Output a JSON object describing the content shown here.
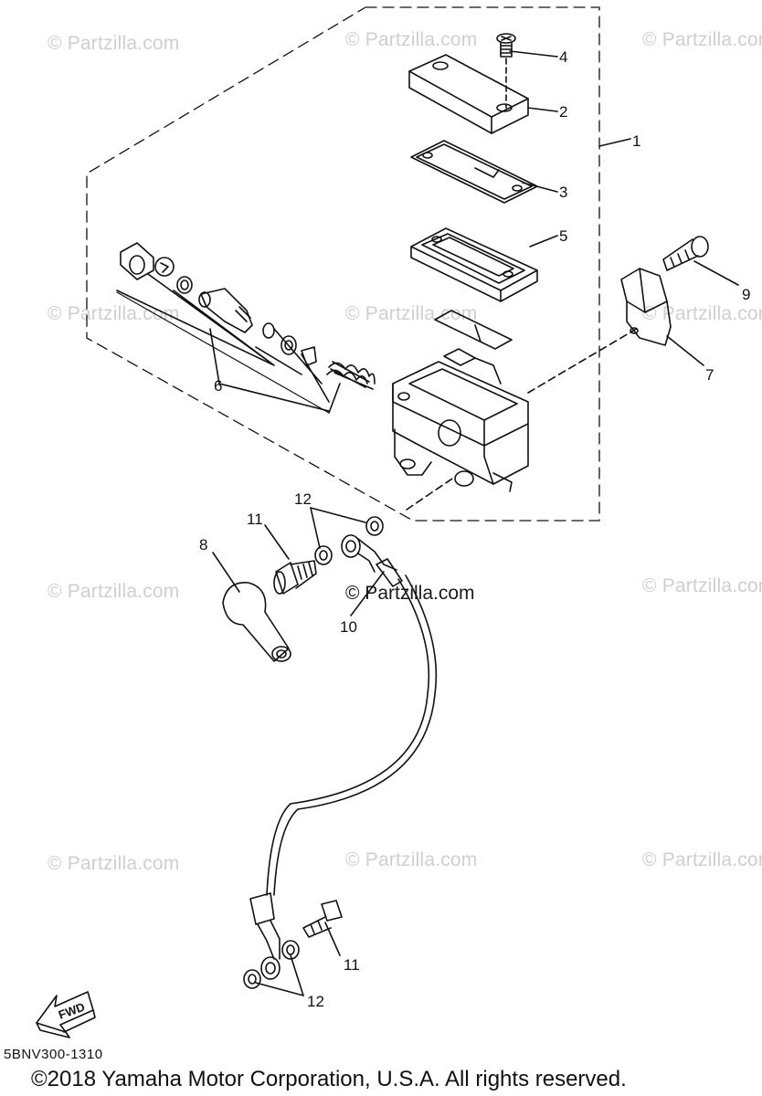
{
  "watermarks": [
    "© Partzilla.com",
    "© Partzilla.com",
    "© Partzilla.com",
    "© Partzilla.com",
    "© Partzilla.com",
    "© Partzilla.com",
    "© Partzilla.com",
    "© Partzilla.com",
    "© Partzilla.com",
    "© Partzilla.com",
    "© Partzilla.com"
  ],
  "watermark_center": "© Partzilla.com",
  "callouts": [
    "1",
    "2",
    "3",
    "4",
    "5",
    "6",
    "7",
    "8",
    "9",
    "10",
    "11",
    "11",
    "12",
    "12"
  ],
  "fwd_label": "FWD",
  "diagram_code": "5BNV300-1310",
  "copyright": "©2018 Yamaha Motor Corporation, U.S.A. All rights reserved."
}
